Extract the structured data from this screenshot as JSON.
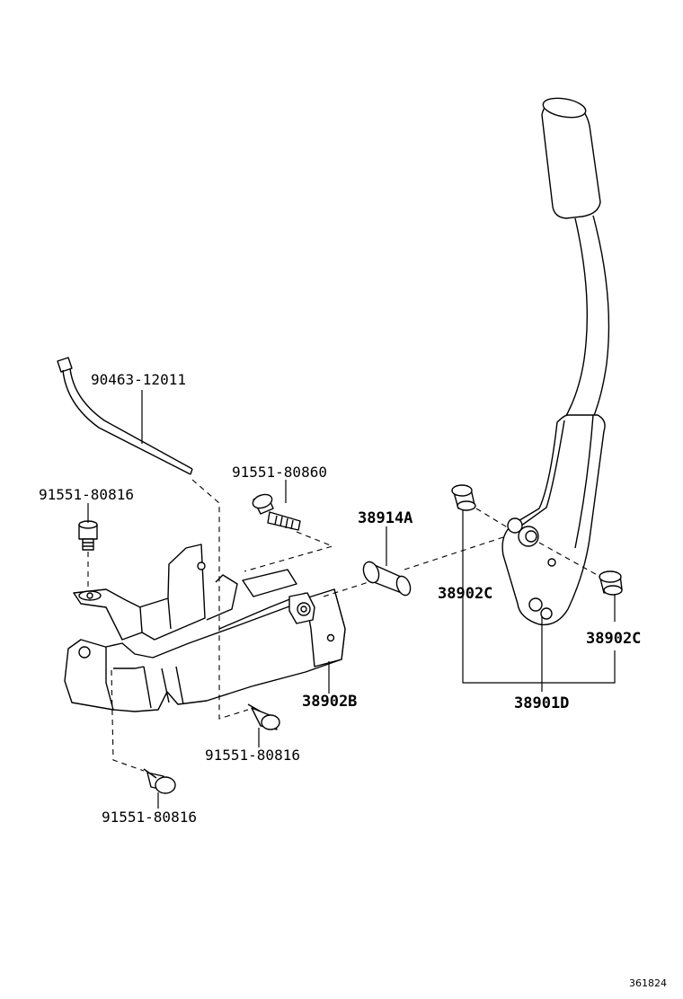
{
  "diagram": {
    "labels": {
      "strap": "90463-12011",
      "bolt_upper": "91551-80860",
      "bolt_left": "91551-80816",
      "collar": "38914A",
      "bushing_left": "38902C",
      "bushing_right": "38902C",
      "bracket": "38902B",
      "lever": "38901D",
      "bolt_lower_mid": "91551-80816",
      "bolt_bottom": "91551-80816"
    },
    "catalog_number": "361824"
  }
}
